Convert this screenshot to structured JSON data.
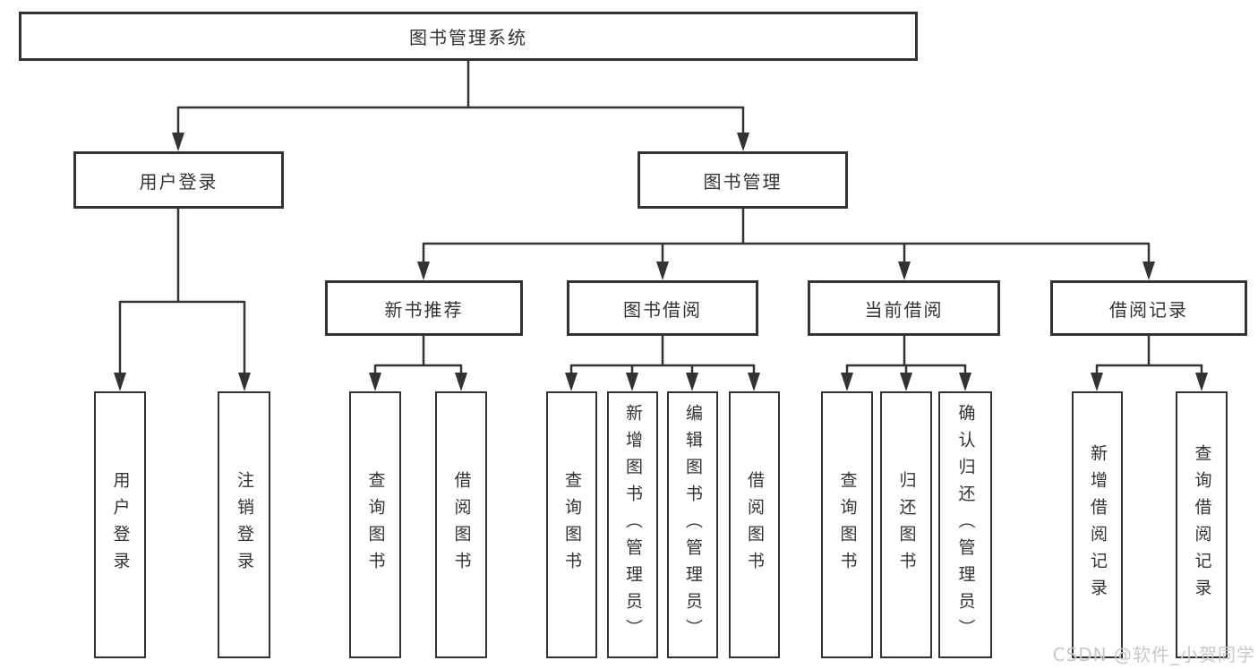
{
  "tree": {
    "label": "图书管理系统",
    "children": [
      {
        "label": "用户登录",
        "children": [
          {
            "label": "用户登录"
          },
          {
            "label": "注销登录"
          }
        ]
      },
      {
        "label": "图书管理",
        "children": [
          {
            "label": "新书推荐",
            "children": [
              {
                "label": "查询图书"
              },
              {
                "label": "借阅图书"
              }
            ]
          },
          {
            "label": "图书借阅",
            "children": [
              {
                "label": "查询图书"
              },
              {
                "label": "新增图书（管理员）"
              },
              {
                "label": "编辑图书（管理员）"
              },
              {
                "label": "借阅图书"
              }
            ]
          },
          {
            "label": "当前借阅",
            "children": [
              {
                "label": "查询图书"
              },
              {
                "label": "归还图书"
              },
              {
                "label": "确认归还（管理员）"
              }
            ]
          },
          {
            "label": "借阅记录",
            "children": [
              {
                "label": "新增借阅记录"
              },
              {
                "label": "查询借阅记录"
              }
            ]
          }
        ]
      }
    ]
  },
  "watermark": "CSDN @软件_小贺同学",
  "colors": {
    "line": "#333333",
    "text": "#333333",
    "watermark_gray": "#c8c8c8",
    "background": "#ffffff"
  }
}
